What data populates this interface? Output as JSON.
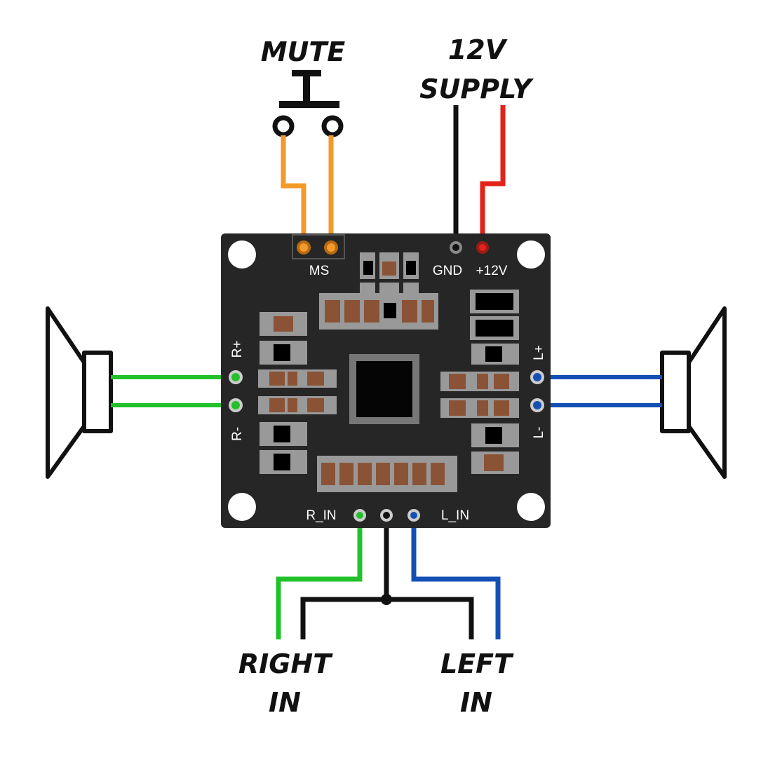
{
  "labels": {
    "mute": "MUTE",
    "supply_line1": "12V",
    "supply_line2": "SUPPLY",
    "right_line1": "RIGHT",
    "right_line2": "IN",
    "left_line1": "LEFT",
    "left_line2": "IN"
  },
  "board_labels": {
    "ms": "MS",
    "gnd": "GND",
    "plus12v": "+12V",
    "r_plus": "R+",
    "r_minus": "R-",
    "l_plus": "L+",
    "l_minus": "L-",
    "r_in": "R_IN",
    "l_in": "L_IN"
  },
  "colors": {
    "mute_wire": "#f39a2a",
    "gnd_wire": "#111111",
    "vcc_wire": "#e2231a",
    "right_wire": "#22c12a",
    "left_wire": "#1450b4",
    "board": "#262626"
  }
}
